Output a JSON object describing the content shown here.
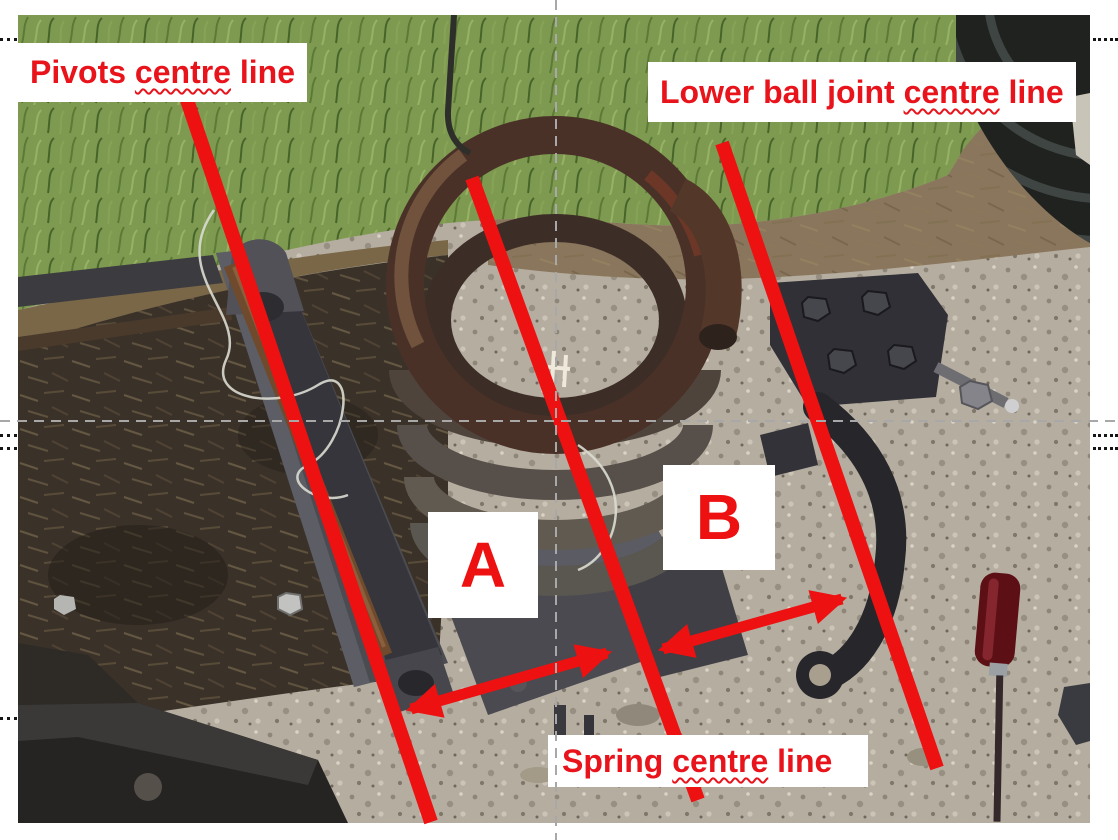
{
  "colors": {
    "annotation_red": "#ee1111",
    "label_text_red": "#e8131b",
    "guide_gray": "#a8a8a8",
    "label_background": "#ffffff"
  },
  "labels": {
    "pivots": {
      "pre": "Pivots ",
      "wavy": "centre",
      "post": " line"
    },
    "lower_ball_joint": {
      "pre": "Lower ball joint ",
      "wavy": "centre",
      "post": " line"
    },
    "spring": {
      "pre": "Spring ",
      "wavy": "centre",
      "post": " line"
    }
  },
  "markers": {
    "a": "A",
    "b": "B"
  }
}
